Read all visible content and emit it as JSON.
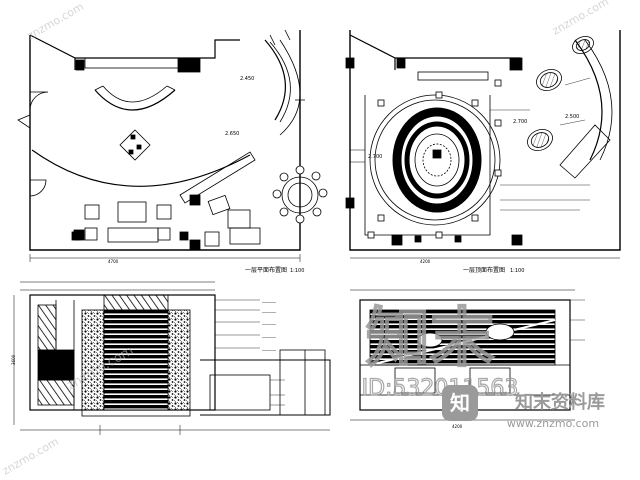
{
  "watermark": {
    "brand_large": "知末",
    "id_text": "ID:532011563",
    "site_name": "知末资料库",
    "site_url": "www.znzmo.com",
    "corner_url": "znzmo.com",
    "color": "#9a9a9a"
  },
  "labels": {
    "plan_left_title": "一层平面布置图",
    "plan_right_title": "一层顶面布置图",
    "plan_scale": "1:100",
    "dim_bottom_left": "4700",
    "dim_bottom_right": "4200",
    "elev_left_dim": "3600",
    "elev_right_dim": "4200"
  },
  "colors": {
    "line": "#000000",
    "fill_dark": "#111111",
    "bg": "#ffffff"
  }
}
